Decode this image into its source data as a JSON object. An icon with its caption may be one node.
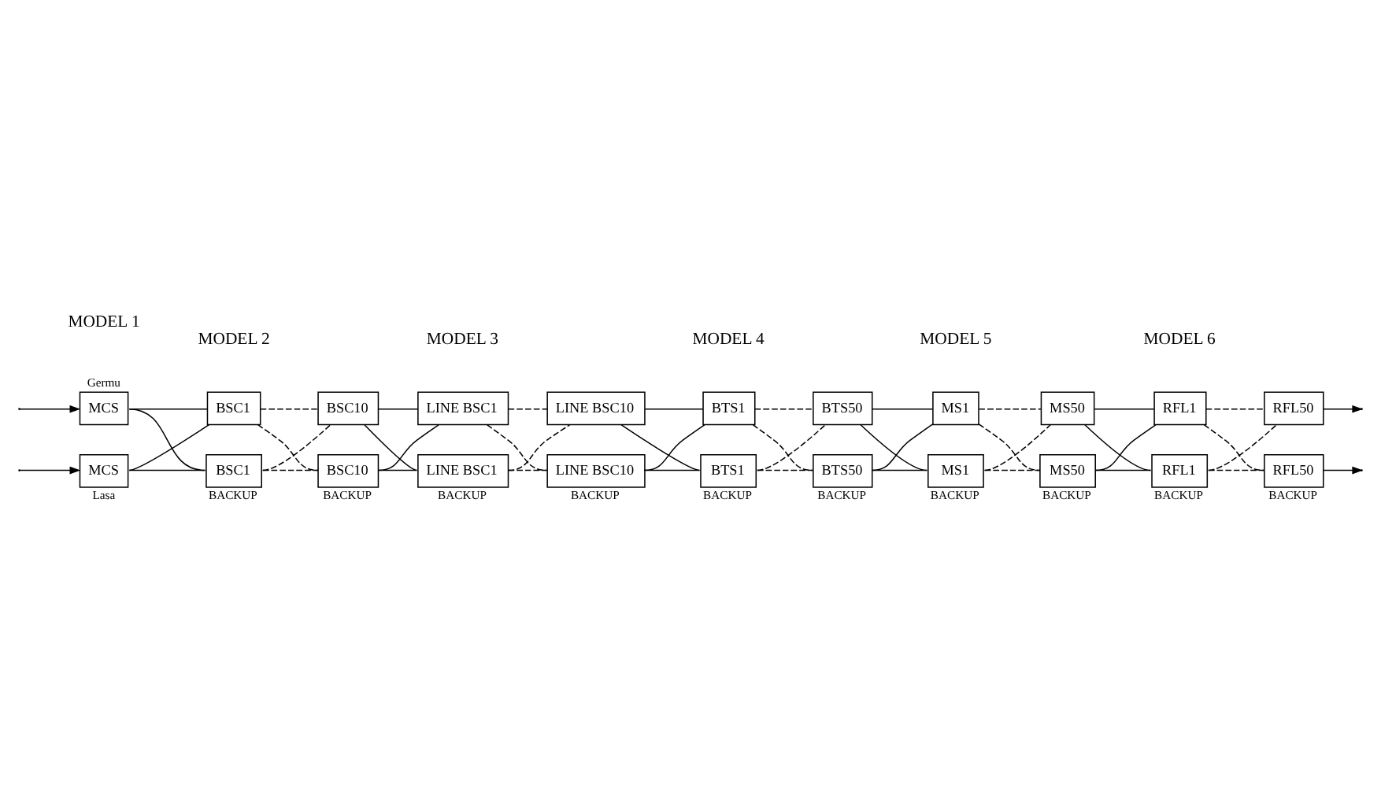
{
  "diagram": {
    "nodes": [
      {
        "text": [
          "MCS"
        ],
        "beside": [
          "Germu"
        ]
      },
      {
        "text": [
          "MCS"
        ],
        "beside": [
          "Lasa"
        ]
      },
      {
        "text": [
          "BSC1"
        ]
      },
      {
        "text": [
          "BSC1"
        ],
        "beside": [
          "BACKUP"
        ]
      },
      {
        "text": [
          "BSC10"
        ]
      },
      {
        "text": [
          "BSC10"
        ],
        "beside": [
          "BACKUP"
        ]
      },
      {
        "text": [
          "LINE BSC1"
        ]
      },
      {
        "text": [
          "LINE BSC1"
        ],
        "beside": [
          "BACKUP"
        ]
      },
      {
        "text": [
          "LINE BSC10"
        ]
      },
      {
        "text": [
          "LINE BSC10"
        ],
        "beside": [
          "BACKUP"
        ]
      },
      {
        "text": [
          "BTS1"
        ]
      },
      {
        "text": [
          "BTS1"
        ],
        "beside": [
          "BACKUP"
        ]
      },
      {
        "text": [
          "BTS50"
        ]
      },
      {
        "text": [
          "BTS50"
        ],
        "beside": [
          "BACKUP"
        ]
      },
      {
        "text": [
          "MS1"
        ]
      },
      {
        "text": [
          "MS1"
        ],
        "beside": [
          "BACKUP"
        ]
      },
      {
        "text": [
          "MS50"
        ]
      },
      {
        "text": [
          "MS50"
        ],
        "beside": [
          "BACKUP"
        ]
      },
      {
        "text": [
          "RFL1"
        ]
      },
      {
        "text": [
          "RFL1"
        ],
        "beside": [
          "BACKUP"
        ]
      },
      {
        "text": [
          "RFL50"
        ]
      },
      {
        "text": [
          "RFL50"
        ],
        "beside": [
          "BACKUP"
        ]
      }
    ],
    "edges": [
      {
        "from": null,
        "to": 0,
        "arrow": "to"
      },
      {
        "from": null,
        "to": 1,
        "arrow": "to"
      },
      {
        "from": 0,
        "to": 2,
        "arrow": "none"
      },
      {
        "from": 0,
        "to": 3,
        "arrow": "none"
      },
      {
        "from": 1,
        "to": 2,
        "arrow": "none"
      },
      {
        "from": 1,
        "to": 3,
        "arrow": "none"
      },
      {
        "from": 2,
        "to": 4,
        "arrow": "none",
        "style": "dashed"
      },
      {
        "from": 2,
        "to": 5,
        "arrow": "none",
        "style": "dashed"
      },
      {
        "from": 3,
        "to": 4,
        "arrow": "none",
        "style": "dashed"
      },
      {
        "from": 3,
        "to": 5,
        "arrow": "none",
        "style": "dashed"
      },
      {
        "from": 4,
        "to": 6,
        "arrow": "none"
      },
      {
        "from": 4,
        "to": 7,
        "arrow": "none"
      },
      {
        "from": 5,
        "to": 6,
        "arrow": "none"
      },
      {
        "from": 5,
        "to": 7,
        "arrow": "none"
      },
      {
        "from": 6,
        "to": 8,
        "arrow": "none",
        "style": "dashed"
      },
      {
        "from": 6,
        "to": 9,
        "arrow": "none",
        "style": "dashed"
      },
      {
        "from": 7,
        "to": 8,
        "arrow": "none",
        "style": "dashed"
      },
      {
        "from": 7,
        "to": 9,
        "arrow": "none",
        "style": "dashed"
      },
      {
        "from": 8,
        "to": 10,
        "arrow": "none"
      },
      {
        "from": 8,
        "to": 11,
        "arrow": "none"
      },
      {
        "from": 9,
        "to": 10,
        "arrow": "none"
      },
      {
        "from": 9,
        "to": 11,
        "arrow": "none"
      },
      {
        "from": 10,
        "to": 12,
        "arrow": "none",
        "style": "dashed"
      },
      {
        "from": 10,
        "to": 13,
        "arrow": "none",
        "style": "dashed"
      },
      {
        "from": 11,
        "to": 12,
        "arrow": "none",
        "style": "dashed"
      },
      {
        "from": 11,
        "to": 13,
        "arrow": "none",
        "style": "dashed"
      },
      {
        "from": 12,
        "to": 14,
        "arrow": "none"
      },
      {
        "from": 12,
        "to": 15,
        "arrow": "none"
      },
      {
        "from": 13,
        "to": 14,
        "arrow": "none"
      },
      {
        "from": 13,
        "to": 15,
        "arrow": "none"
      },
      {
        "from": 14,
        "to": 16,
        "arrow": "none",
        "style": "dashed"
      },
      {
        "from": 14,
        "to": 17,
        "arrow": "none",
        "style": "dashed"
      },
      {
        "from": 15,
        "to": 16,
        "arrow": "none",
        "style": "dashed"
      },
      {
        "from": 15,
        "to": 17,
        "arrow": "none",
        "style": "dashed"
      },
      {
        "from": 16,
        "to": 18,
        "arrow": "none"
      },
      {
        "from": 16,
        "to": 19,
        "arrow": "none"
      },
      {
        "from": 17,
        "to": 18,
        "arrow": "none"
      },
      {
        "from": 17,
        "to": 19,
        "arrow": "none"
      },
      {
        "from": 18,
        "to": 20,
        "arrow": "none",
        "style": "dashed"
      },
      {
        "from": 18,
        "to": 21,
        "arrow": "none",
        "style": "dashed"
      },
      {
        "from": 19,
        "to": 20,
        "arrow": "none",
        "style": "dashed"
      },
      {
        "from": 19,
        "to": 21,
        "arrow": "none",
        "style": "dashed"
      },
      {
        "from": 20,
        "to": null,
        "arrow": "to"
      },
      {
        "from": 21,
        "to": null,
        "arrow": "to"
      }
    ],
    "labels": [
      "MODEL 1",
      "MODEL 2",
      "MODEL 3",
      "MODEL 4",
      "MODEL 5",
      "MODEL 6"
    ]
  }
}
